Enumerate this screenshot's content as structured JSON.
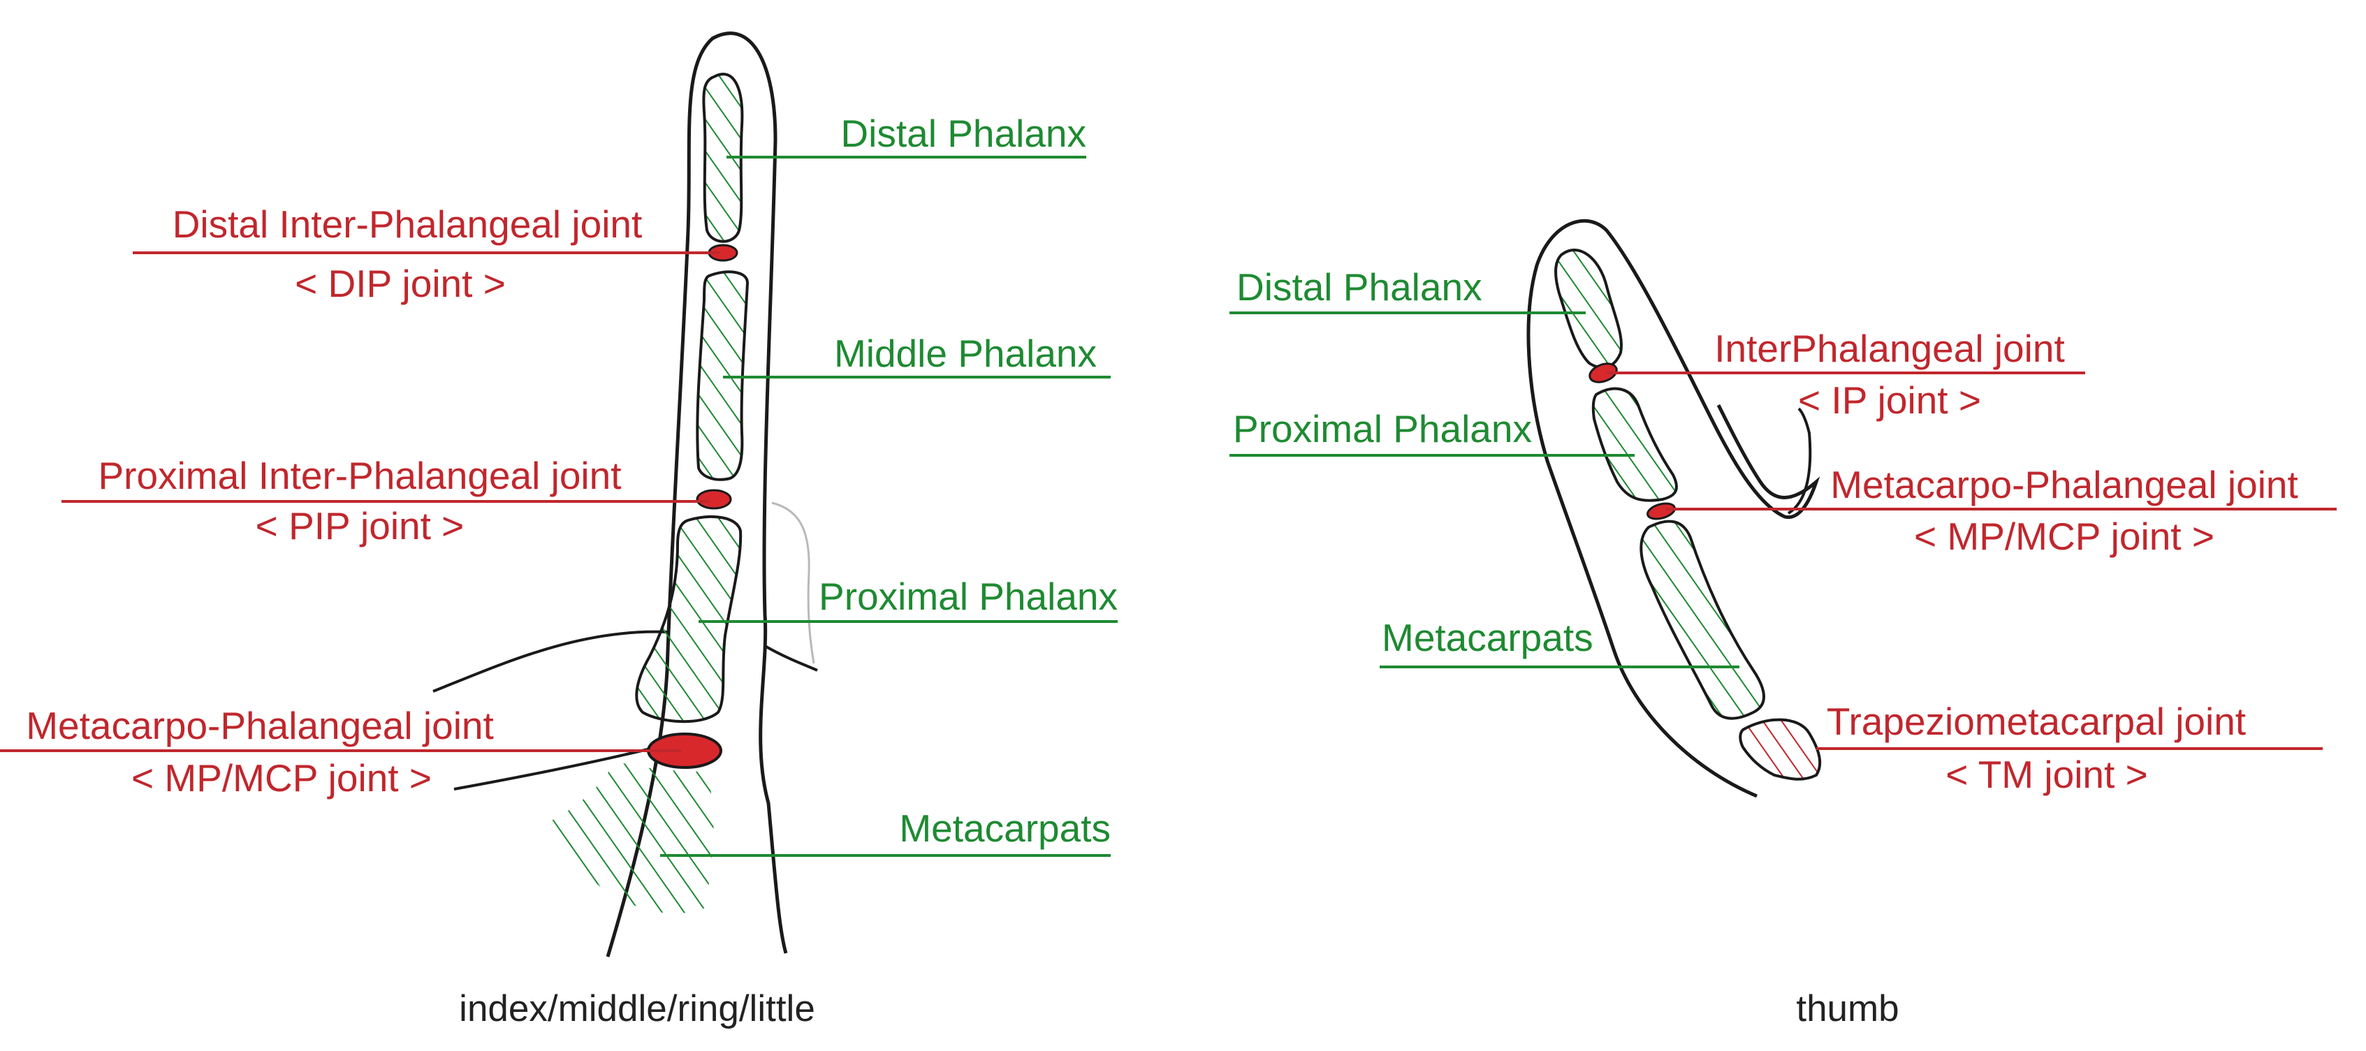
{
  "colors": {
    "green": "#1e8a32",
    "red": "#c0272d",
    "outline": "#1a1a1a",
    "caption": "#222222",
    "joint_fill": "#d8282c"
  },
  "finger": {
    "caption": "index/middle/ring/little",
    "labels": {
      "distal_phalanx": "Distal Phalanx",
      "dip_joint": "Distal Inter-Phalangeal joint",
      "dip_short": "< DIP joint >",
      "middle_phalanx": "Middle Phalanx",
      "pip_joint": "Proximal Inter-Phalangeal joint",
      "pip_short": "< PIP joint >",
      "proximal_phalanx": "Proximal Phalanx",
      "mcp_joint": "Metacarpo-Phalangeal joint",
      "mcp_short": "< MP/MCP joint >",
      "metacarpals": "Metacarpats"
    }
  },
  "thumb": {
    "caption": "thumb",
    "labels": {
      "distal_phalanx": "Distal Phalanx",
      "ip_joint": "InterPhalangeal joint",
      "ip_short": "< IP joint >",
      "proximal_phalanx": "Proximal Phalanx",
      "mcp_joint": "Metacarpo-Phalangeal joint",
      "mcp_short": "< MP/MCP joint >",
      "metacarpals": "Metacarpats",
      "tm_joint": "Trapeziometacarpal joint",
      "tm_short": "< TM joint >"
    }
  }
}
